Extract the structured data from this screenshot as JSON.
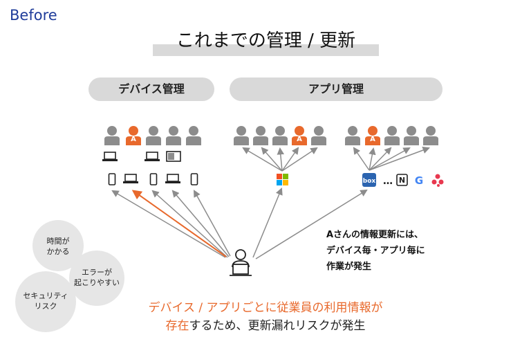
{
  "label_before": "Before",
  "title": "これまでの管理 / 更新",
  "device_pill": "デバイス管理",
  "app_pill": "アプリ管理",
  "avatar_letter": "A",
  "box_label": "box",
  "ellipsis": "…",
  "notion_letter": "N",
  "google_letter": "G",
  "note_lines": [
    "Aさんの情報更新には、",
    "デバイス毎・アプリ毎に",
    "作業が発生"
  ],
  "circles": {
    "time": [
      "時間が",
      "かかる"
    ],
    "error": [
      "エラーが",
      "起こりやすい"
    ],
    "security": [
      "セキュリティ",
      "リスク"
    ]
  },
  "bottom_line1": "デバイス / アプリごとに従業員の利用情報が",
  "bottom_line2_orange": "存在",
  "bottom_line2_rest": "するため、更新漏れリスクが発生",
  "colors": {
    "orange": "#e8692c",
    "gray": "#8c8c8c",
    "pill": "#d9d9d9",
    "accent_blue": "#1f3c9a",
    "box_blue": "#2b64b0"
  }
}
